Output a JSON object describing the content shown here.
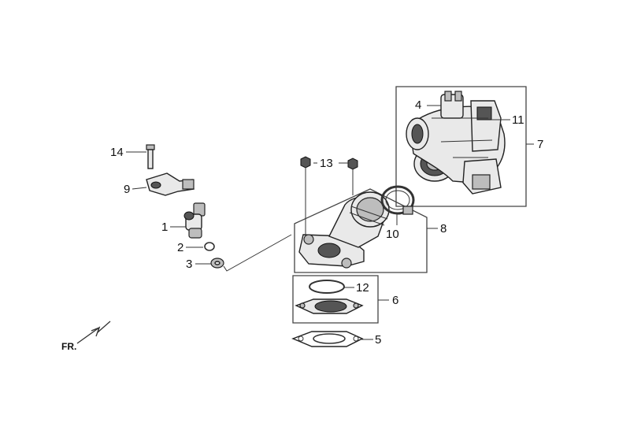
{
  "callouts": {
    "p1": "1",
    "p2": "2",
    "p3": "3",
    "p4": "4",
    "p5": "5",
    "p6": "6",
    "p7": "7",
    "p8": "8",
    "p9": "9",
    "p10": "10",
    "p11": "11",
    "p12": "12",
    "p13": "13",
    "p14": "14"
  },
  "direction_label": "FR."
}
